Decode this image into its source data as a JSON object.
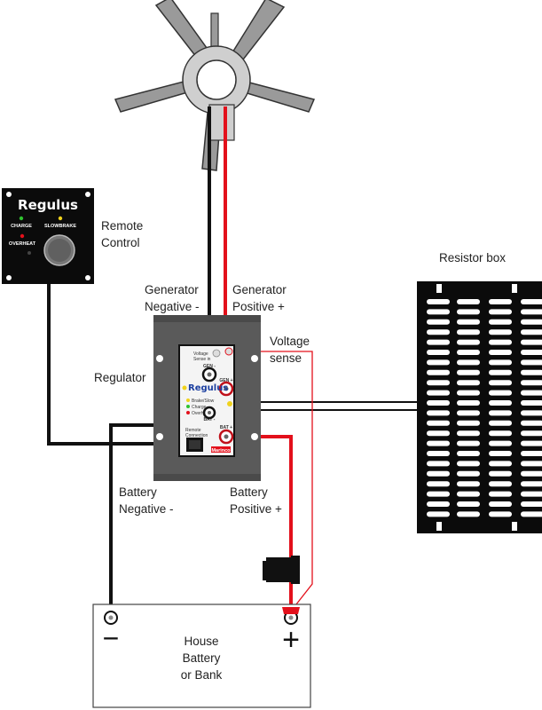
{
  "labels": {
    "remote_control": [
      "Remote",
      "Control"
    ],
    "resistor_box": "Resistor box",
    "generator_negative": [
      "Generator",
      "Negative -"
    ],
    "generator_positive": [
      "Generator",
      "Positive +"
    ],
    "voltage_sense": [
      "Voltage",
      "sense"
    ],
    "regulator": "Regulator",
    "battery_negative": [
      "Battery",
      "Negative -"
    ],
    "battery_positive": [
      "Battery",
      "Positive +"
    ],
    "house_battery": [
      "House",
      "Battery",
      "or Bank"
    ],
    "minus_sign": "−",
    "plus_sign": "+"
  },
  "remote_panel": {
    "brand": "Regulus",
    "charge": "CHARGE",
    "slowbrake": "SLOWBRAKE",
    "overheat": "OVERHEAT"
  },
  "regulator_panel": {
    "brand": "Regulus",
    "voltage_sense_small": [
      "Voltage",
      "Sense in"
    ],
    "gen_neg": "GEN -",
    "gen_pos": "GEN +",
    "bat_neg": "BAT -",
    "bat_pos": "BAT +",
    "legend": [
      "Brake/Slow",
      "Charge",
      "Overheat"
    ],
    "remote_port": [
      "Remote",
      "Connection"
    ],
    "maker": "Marinco"
  },
  "colors": {
    "wire_positive": "#e3101b",
    "wire_negative": "#111111",
    "sense_wire": "#e3101b",
    "led_green": "#2fc22f",
    "led_yellow": "#f0d21c",
    "led_red": "#e3101b",
    "regulator_body": "#5a5a5a",
    "panel_black": "#0b0b0b"
  }
}
